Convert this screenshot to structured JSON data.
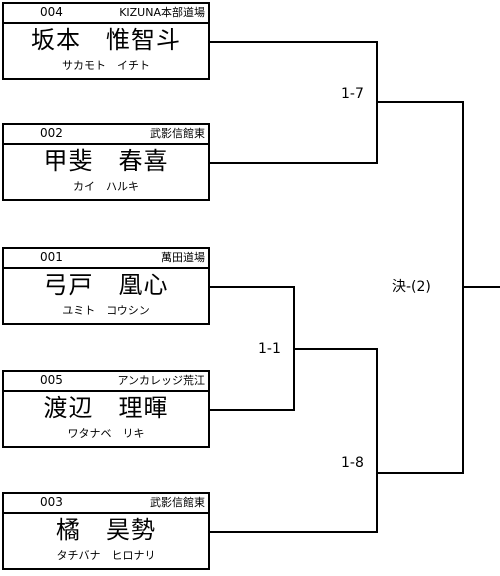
{
  "players": [
    {
      "number": "004",
      "org": "KIZUNA本部道場",
      "name": "坂本　惟智斗",
      "kana": "サカモト　イチト"
    },
    {
      "number": "002",
      "org": "武影信館東",
      "name": "甲斐　春喜",
      "kana": "カイ　ハルキ"
    },
    {
      "number": "001",
      "org": "萬田道場",
      "name": "弓戸　凰心",
      "kana": "ユミト　コウシン"
    },
    {
      "number": "005",
      "org": "アンカレッジ荒江",
      "name": "渡辺　理暉",
      "kana": "ワタナベ　リキ"
    },
    {
      "number": "003",
      "org": "武影信館東",
      "name": "橘　昊勢",
      "kana": "タチバナ　ヒロナリ"
    }
  ],
  "matches": {
    "m1": "1-7",
    "m2": "1-1",
    "m3": "1-8",
    "final": "決-(2)"
  }
}
